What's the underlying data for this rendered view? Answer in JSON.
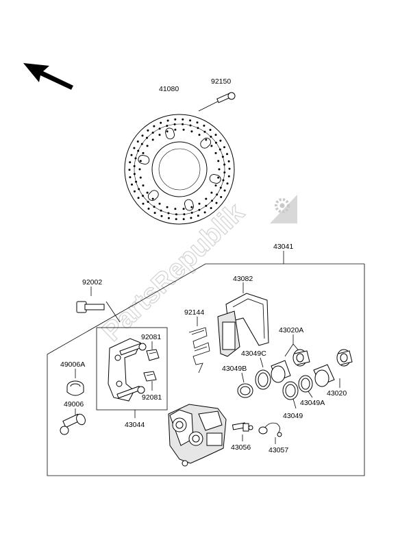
{
  "watermark": {
    "text": "PartsRepublik"
  },
  "labels": {
    "p41080": "41080",
    "p92150": "92150",
    "p43041": "43041",
    "p92002": "92002",
    "p43082": "43082",
    "p92144": "92144",
    "p92081a": "92081",
    "p92081b": "92081",
    "p49006A": "49006A",
    "p49006": "49006",
    "p43044": "43044",
    "p43020A": "43020A",
    "p43049C": "43049C",
    "p43049B": "43049B",
    "p43020": "43020",
    "p43049A": "43049A",
    "p43049": "43049",
    "p43056": "43056",
    "p43057": "43057"
  }
}
